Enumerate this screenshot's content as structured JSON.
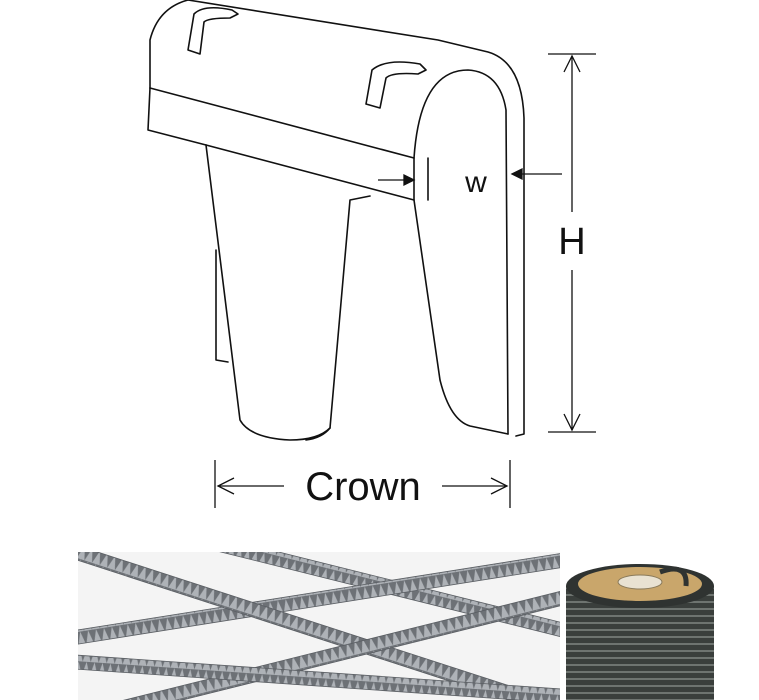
{
  "diagram": {
    "labels": {
      "width": "w",
      "height": "H",
      "crown": "Crown"
    }
  },
  "photos": {
    "strips_icon": "staple-strips-photo",
    "coil_icon": "staple-coil-roll-photo"
  },
  "colors": {
    "outline": "#111111",
    "staple_metal": "#8c8f94",
    "coil_dark": "#2f3331",
    "coil_paper": "#c9a66b"
  }
}
